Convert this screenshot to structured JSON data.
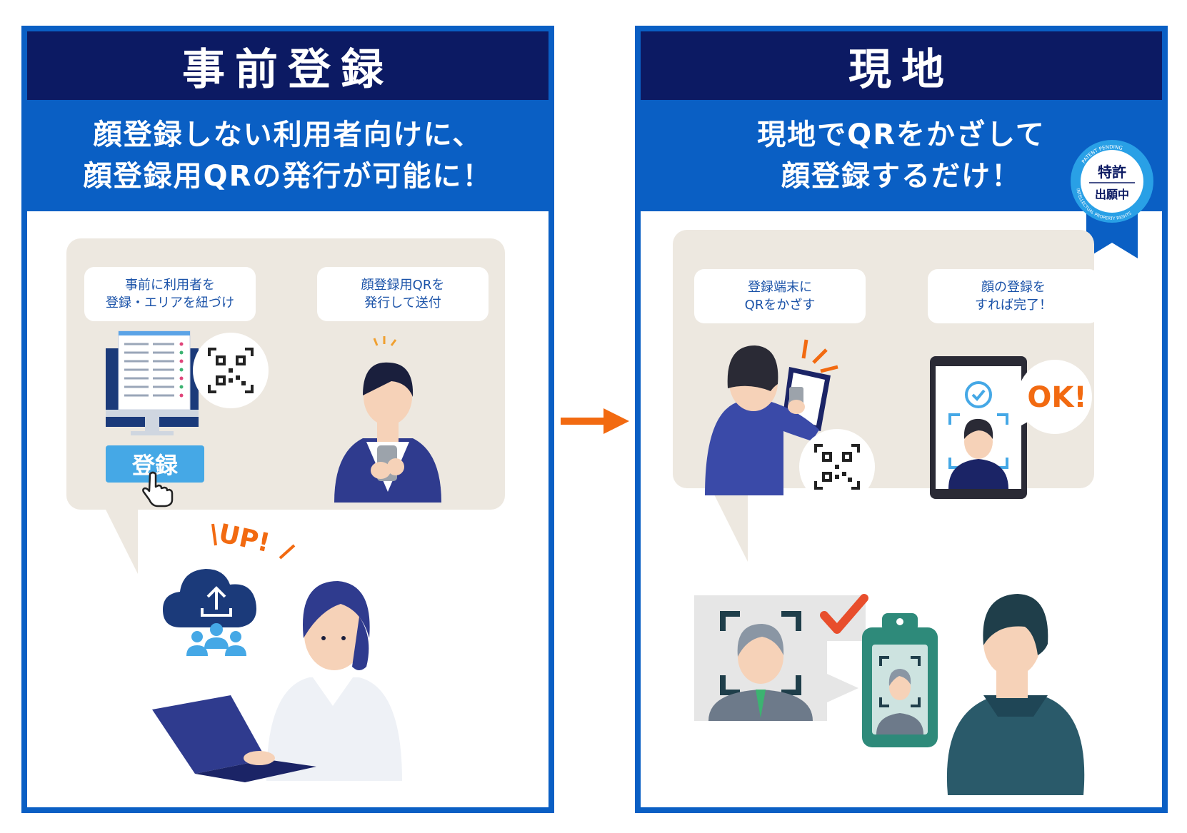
{
  "left": {
    "title": "事前登録",
    "subtitle": [
      "顔登録しない利用者向けに、",
      "顔登録用QRの発行が可能に！"
    ],
    "steps": [
      {
        "label": [
          "事前に利用者を",
          "登録・エリアを紐づけ"
        ]
      },
      {
        "label": [
          "顔登録用QRを",
          "発行して送付"
        ]
      }
    ],
    "register_button": "登録",
    "upload_text": "UP!"
  },
  "right": {
    "title": "現地",
    "subtitle": [
      "現地でQRをかざして",
      "顔登録するだけ！"
    ],
    "steps": [
      {
        "label": [
          "登録端末に",
          "QRをかざす"
        ]
      },
      {
        "label": [
          "顔の登録を",
          "すれば完了！"
        ]
      }
    ],
    "ok_text": "OK!",
    "badge": {
      "line1": "特許",
      "line2": "出願中",
      "arc_top": "PATENT PENDING",
      "arc_bottom": "INTELLECTUAL PROPERTY RIGHTS"
    }
  },
  "colors": {
    "frame": "#0a5fc4",
    "title_bar": "#0c1a63",
    "arrow": "#f26a11",
    "bubble": "#ede8e0"
  }
}
